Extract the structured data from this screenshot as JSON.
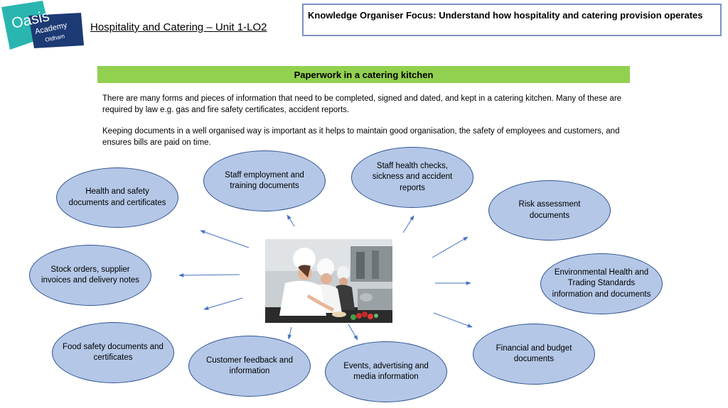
{
  "header": {
    "logo_text": "Oasis Academy Oldham",
    "title": "Hospitality and Catering – Unit 1-LO2",
    "focus": "Knowledge Organiser Focus: Understand how hospitality  and catering provision operates"
  },
  "banner": {
    "title": "Paperwork in a catering kitchen"
  },
  "paragraphs": [
    "There are many forms and pieces of information that need to be completed, signed and dated, and kept in a catering kitchen. Many of these are required by law e.g. gas and fire safety certificates, accident reports.",
    "Keeping documents in a well organised way is important as it helps to maintain good organisation, the safety of employees and customers, and ensures bills are paid on time."
  ],
  "bubbles": {
    "health_safety": "Health and safety documents and certificates",
    "staff_employment": "Staff employment and training documents",
    "staff_health": "Staff health checks, sickness and accident reports",
    "risk_assessment": "Risk assessment documents",
    "stock_orders": "Stock orders, supplier invoices and delivery notes",
    "environmental_health": "Environmental Health and Trading Standards information and documents",
    "food_safety": "Food safety documents and certificates",
    "customer_feedback": "Customer feedback and information",
    "events": "Events, advertising and media information",
    "financial": "Financial and budget documents"
  },
  "colors": {
    "banner": "#92d050",
    "bubble_fill": "#b4c7e7",
    "bubble_border": "#2f528f",
    "arrow": "#4472c4",
    "logo": "#1aa3a3"
  }
}
